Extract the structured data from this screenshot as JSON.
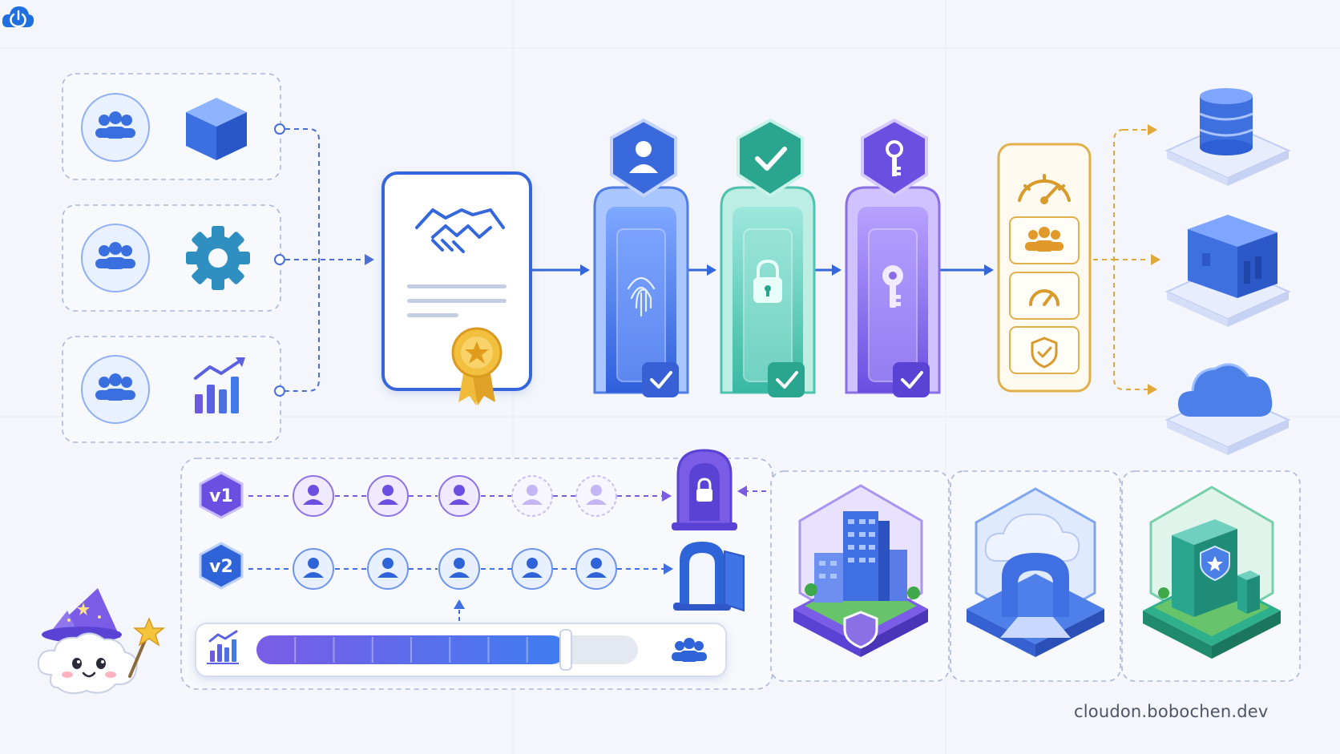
{
  "footer": {
    "site": "cloudon.bobochen.dev",
    "icon": "power-cloud-icon"
  },
  "versions": {
    "v1": "v1",
    "v2": "v2"
  },
  "rollout": {
    "progress": 0.81
  },
  "colors": {
    "blue": "#3d6ee0",
    "teal": "#2bb5a8",
    "purple": "#7b5ce0",
    "gold": "#e0a93a",
    "green": "#38b98a",
    "dash": "#5a7be0"
  },
  "icons": {
    "source_groups": [
      "people-icon",
      "cube-icon",
      "people-icon",
      "gear-icon",
      "people-icon",
      "bar-chart-icon"
    ],
    "contract": [
      "handshake-icon",
      "award-ribbon-icon"
    ],
    "gates": [
      "user-shield-icon",
      "fingerprint-icon",
      "check-shield-icon",
      "padlock-icon",
      "key-shield-icon",
      "key-icon"
    ],
    "monitor": [
      "gauge-icon",
      "people-icon",
      "gauge-icon",
      "shield-check-icon"
    ],
    "targets": [
      "database-icon",
      "server-block-icon",
      "cloud-icon"
    ],
    "environments": [
      "city-building-icon",
      "cloud-gateway-icon",
      "container-shield-icon"
    ],
    "mascot": "wizard-cloud-mascot"
  }
}
